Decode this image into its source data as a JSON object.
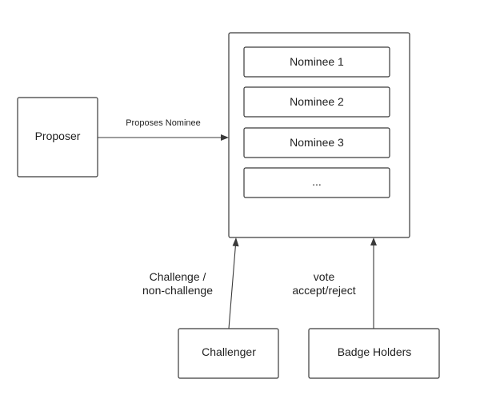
{
  "nodes": {
    "proposer": "Proposer",
    "nominee_1": "Nominee 1",
    "nominee_2": "Nominee 2",
    "nominee_3": "Nominee 3",
    "nominee_more": "...",
    "challenger": "Challenger",
    "badge_holders": "Badge Holders"
  },
  "edges": {
    "proposes": "Proposes Nominee",
    "challenge_line1": "Challenge /",
    "challenge_line2": "non-challenge",
    "vote_line1": "vote",
    "vote_line2": "accept/reject"
  }
}
